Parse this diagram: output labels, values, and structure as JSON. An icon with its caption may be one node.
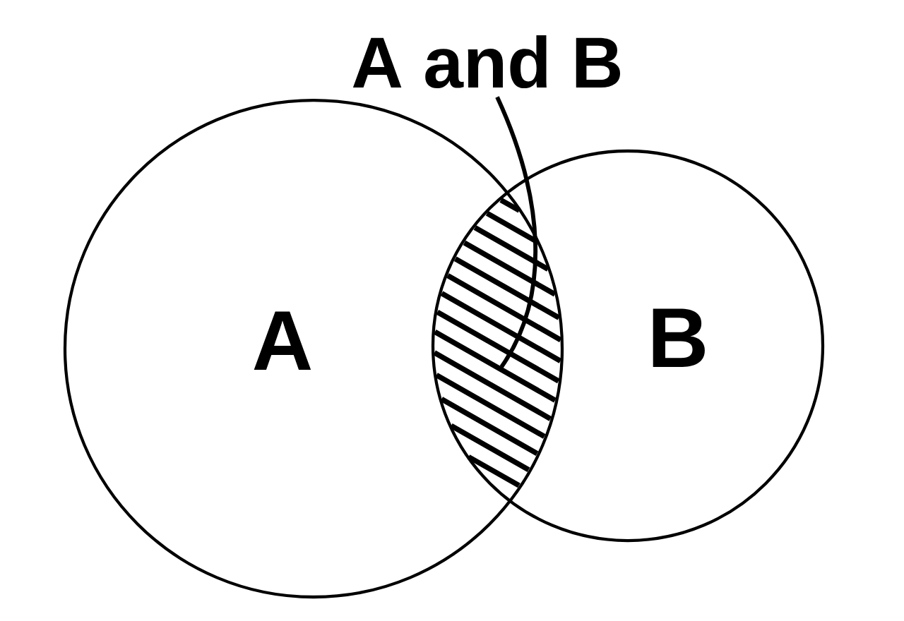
{
  "diagram": {
    "nodes": [
      {
        "text": [
          "A and B"
        ]
      },
      {
        "text": [
          "A"
        ]
      },
      {
        "text": [
          "B"
        ]
      },
      {
        "text": [],
        "shape": "lens"
      }
    ],
    "edges": [
      {
        "from": 0,
        "to": 3,
        "arrow": "none"
      }
    ]
  }
}
